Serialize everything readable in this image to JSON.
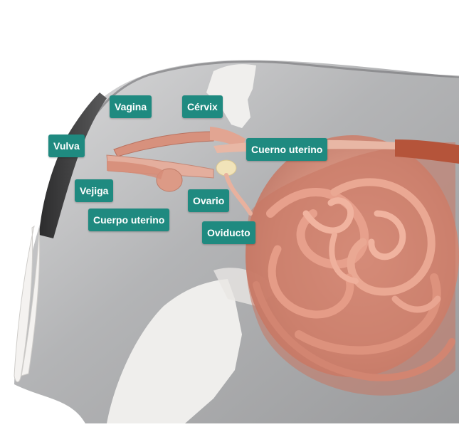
{
  "labels": {
    "vagina": "Vagina",
    "cervix": "Cérvix",
    "vulva": "Vulva",
    "cuerno_uterino": "Cuerno uterino",
    "vejiga": "Vejiga",
    "ovario": "Ovario",
    "cuerpo_uterino": "Cuerpo uterino",
    "oviducto": "Oviducto"
  },
  "colors": {
    "label_bg": "#1f8a80",
    "label_text": "#ffffff",
    "body_gray": "#8e8f91",
    "patch_white": "#ecebea",
    "tail_dark": "#3a3a3b",
    "organ_pink": "#d98f7c",
    "organ_light": "#f0b8a4",
    "organ_dark": "#b86a56",
    "horn_red": "#b5543a"
  }
}
